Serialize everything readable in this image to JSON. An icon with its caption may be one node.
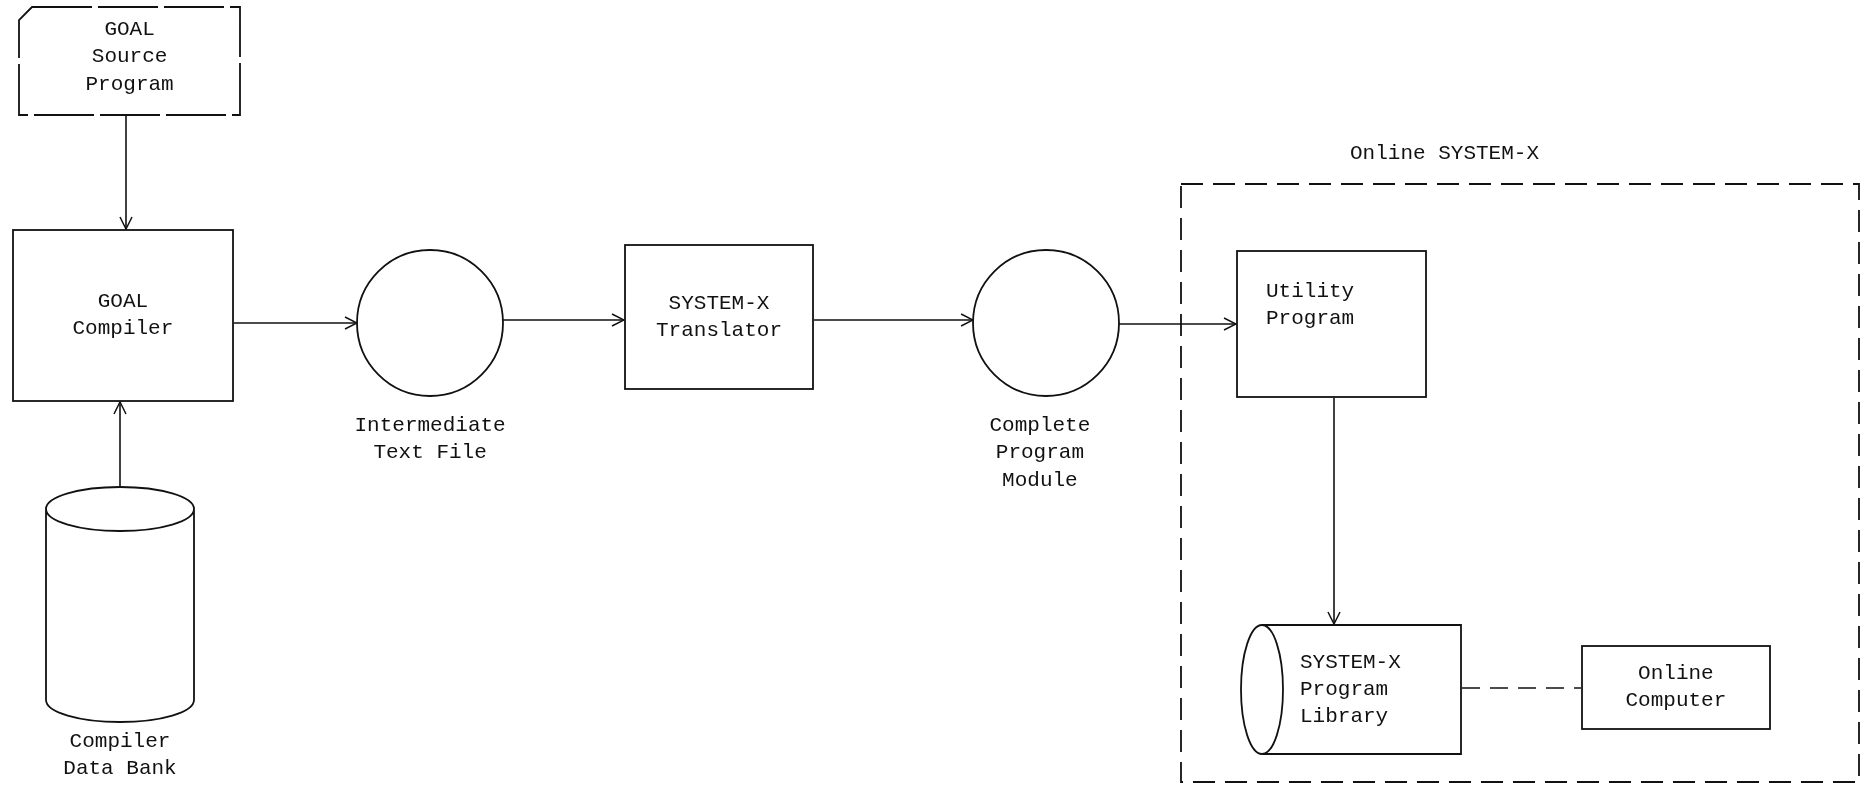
{
  "diagram": {
    "nodes": [
      {
        "text": [
          "GOAL Source Program"
        ]
      },
      {
        "text": [
          "GOAL Compiler"
        ]
      },
      {
        "text": [],
        "shape": "cylinder",
        "beside": [
          "Compiler Data Bank"
        ]
      },
      {
        "text": [],
        "shape": "circle",
        "beside": [
          "Intermediate Text File"
        ]
      },
      {
        "text": [
          "SYSTEM-X Translator"
        ]
      },
      {
        "text": [],
        "shape": "circle",
        "beside": [
          "Complete Program Module"
        ]
      },
      {
        "text": [
          "Online SYSTEM-X"
        ]
      },
      {
        "text": [
          "Utility Program"
        ],
        "in": 6
      },
      {
        "text": [
          "SYSTEM-X Program Library"
        ],
        "in": 6
      },
      {
        "text": [
          "Online Computer"
        ],
        "in": 6
      }
    ],
    "edges": [
      {
        "from": 0,
        "to": 1,
        "arrow": "to"
      },
      {
        "from": 2,
        "to": 1,
        "arrow": "to"
      },
      {
        "from": 1,
        "to": 3,
        "arrow": "to"
      },
      {
        "from": 3,
        "to": 4,
        "arrow": "to"
      },
      {
        "from": 4,
        "to": 5,
        "arrow": "to"
      },
      {
        "from": 5,
        "to": 7,
        "arrow": "to"
      },
      {
        "from": 7,
        "to": 8,
        "arrow": "to"
      },
      {
        "from": 8,
        "to": 9,
        "arrow": "none",
        "style": "dashed"
      }
    ]
  }
}
